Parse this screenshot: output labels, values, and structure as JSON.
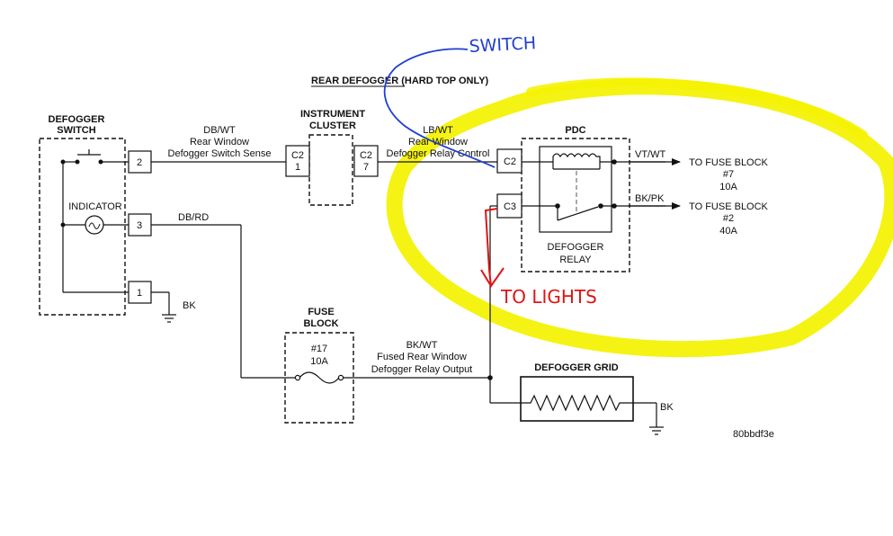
{
  "title": "REAR DEFOGGER (HARD TOP ONLY)",
  "annotations": {
    "switch": "SWITCH",
    "to_lights": "TO LIGHTS",
    "switch_color": "#1f3fd0",
    "lights_color": "#e01414",
    "highlight_color": "#f4f200"
  },
  "defogger_switch": {
    "title_line1": "DEFOGGER",
    "title_line2": "SWITCH",
    "indicator": "INDICATOR",
    "pins": [
      "2",
      "3",
      "1"
    ],
    "ground": "BK"
  },
  "instrument_cluster": {
    "title_line1": "INSTRUMENT",
    "title_line2": "CLUSTER",
    "left_connector": [
      "C2",
      "1"
    ],
    "right_connector": [
      "C2",
      "7"
    ]
  },
  "wires": {
    "switch_sense": [
      "DB/WT",
      "Rear Window",
      "Defogger Switch Sense"
    ],
    "relay_control": [
      "LB/WT",
      "Rear Window",
      "Defogger Relay Control"
    ],
    "db_rd": "DB/RD",
    "relay_output": [
      "BK/WT",
      "Fused Rear Window",
      "Defogger Relay Output"
    ]
  },
  "pdc": {
    "title": "PDC",
    "connectors": [
      "C2",
      "C3"
    ],
    "relay_line1": "DEFOGGER",
    "relay_line2": "RELAY",
    "out1_wire": "VT/WT",
    "out1": [
      "TO FUSE BLOCK",
      "#7",
      "10A"
    ],
    "out2_wire": "BK/PK",
    "out2": [
      "TO FUSE BLOCK",
      "#2",
      "40A"
    ]
  },
  "fuse_block": {
    "title_line1": "FUSE",
    "title_line2": "BLOCK",
    "fuse": [
      "#17",
      "10A"
    ]
  },
  "defogger_grid": {
    "title": "DEFOGGER GRID",
    "ground": "BK"
  },
  "figure_id": "80bbdf3e"
}
